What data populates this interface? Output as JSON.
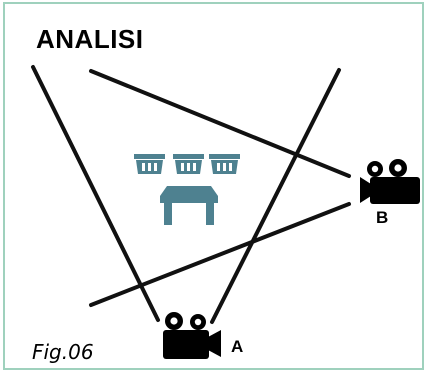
{
  "title": "ANALISI",
  "figure_label": "Fig.06",
  "cameras": [
    {
      "id": "A",
      "label": "A"
    },
    {
      "id": "B",
      "label": "B"
    }
  ],
  "props": {
    "baskets": 3,
    "tables": 1
  },
  "colors": {
    "border": "#9fd1bd",
    "lines": "#111111",
    "props": "#4e8190",
    "text": "#111111",
    "camera": "#000000"
  },
  "icons": [
    "camera-icon",
    "basket-icon",
    "table-icon"
  ]
}
